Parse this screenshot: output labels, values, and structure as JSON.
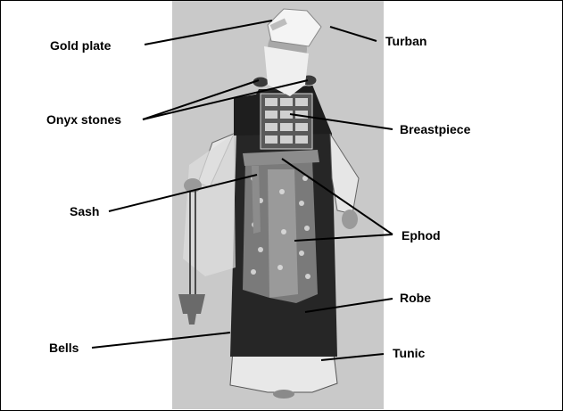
{
  "labels": {
    "gold_plate": "Gold plate",
    "turban": "Turban",
    "onyx_stones": "Onyx stones",
    "breastpiece": "Breastpiece",
    "sash": "Sash",
    "ephod": "Ephod",
    "robe": "Robe",
    "bells": "Bells",
    "tunic": "Tunic"
  },
  "colors": {
    "background": "#ffffff",
    "photo_backdrop": "#c9c9c9",
    "text": "#000000"
  }
}
